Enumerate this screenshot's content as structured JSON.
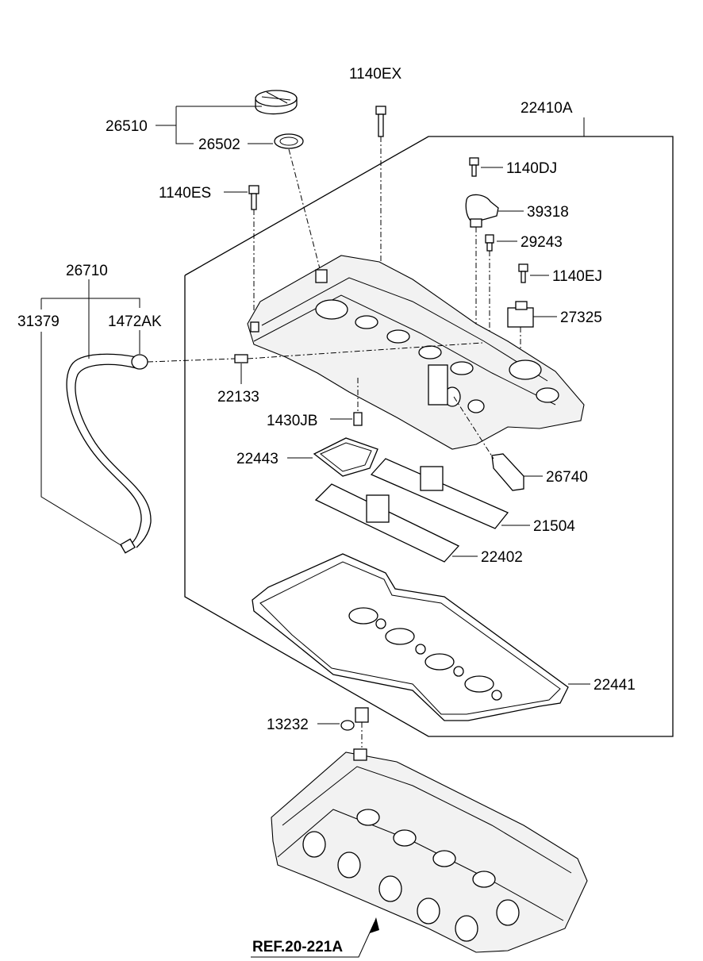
{
  "labels": {
    "p1140EX": "1140EX",
    "p22410A": "22410A",
    "p26510": "26510",
    "p26502": "26502",
    "p1140DJ": "1140DJ",
    "p1140ES": "1140ES",
    "p39318": "39318",
    "p29243": "29243",
    "p26710": "26710",
    "p1140EJ": "1140EJ",
    "p31379": "31379",
    "p1472AK": "1472AK",
    "p27325": "27325",
    "p22133": "22133",
    "p1430JB": "1430JB",
    "p22443": "22443",
    "p26740": "26740",
    "p21504": "21504",
    "p22402": "22402",
    "p22441": "22441",
    "p13232": "13232",
    "ref": "REF.20-221A"
  }
}
